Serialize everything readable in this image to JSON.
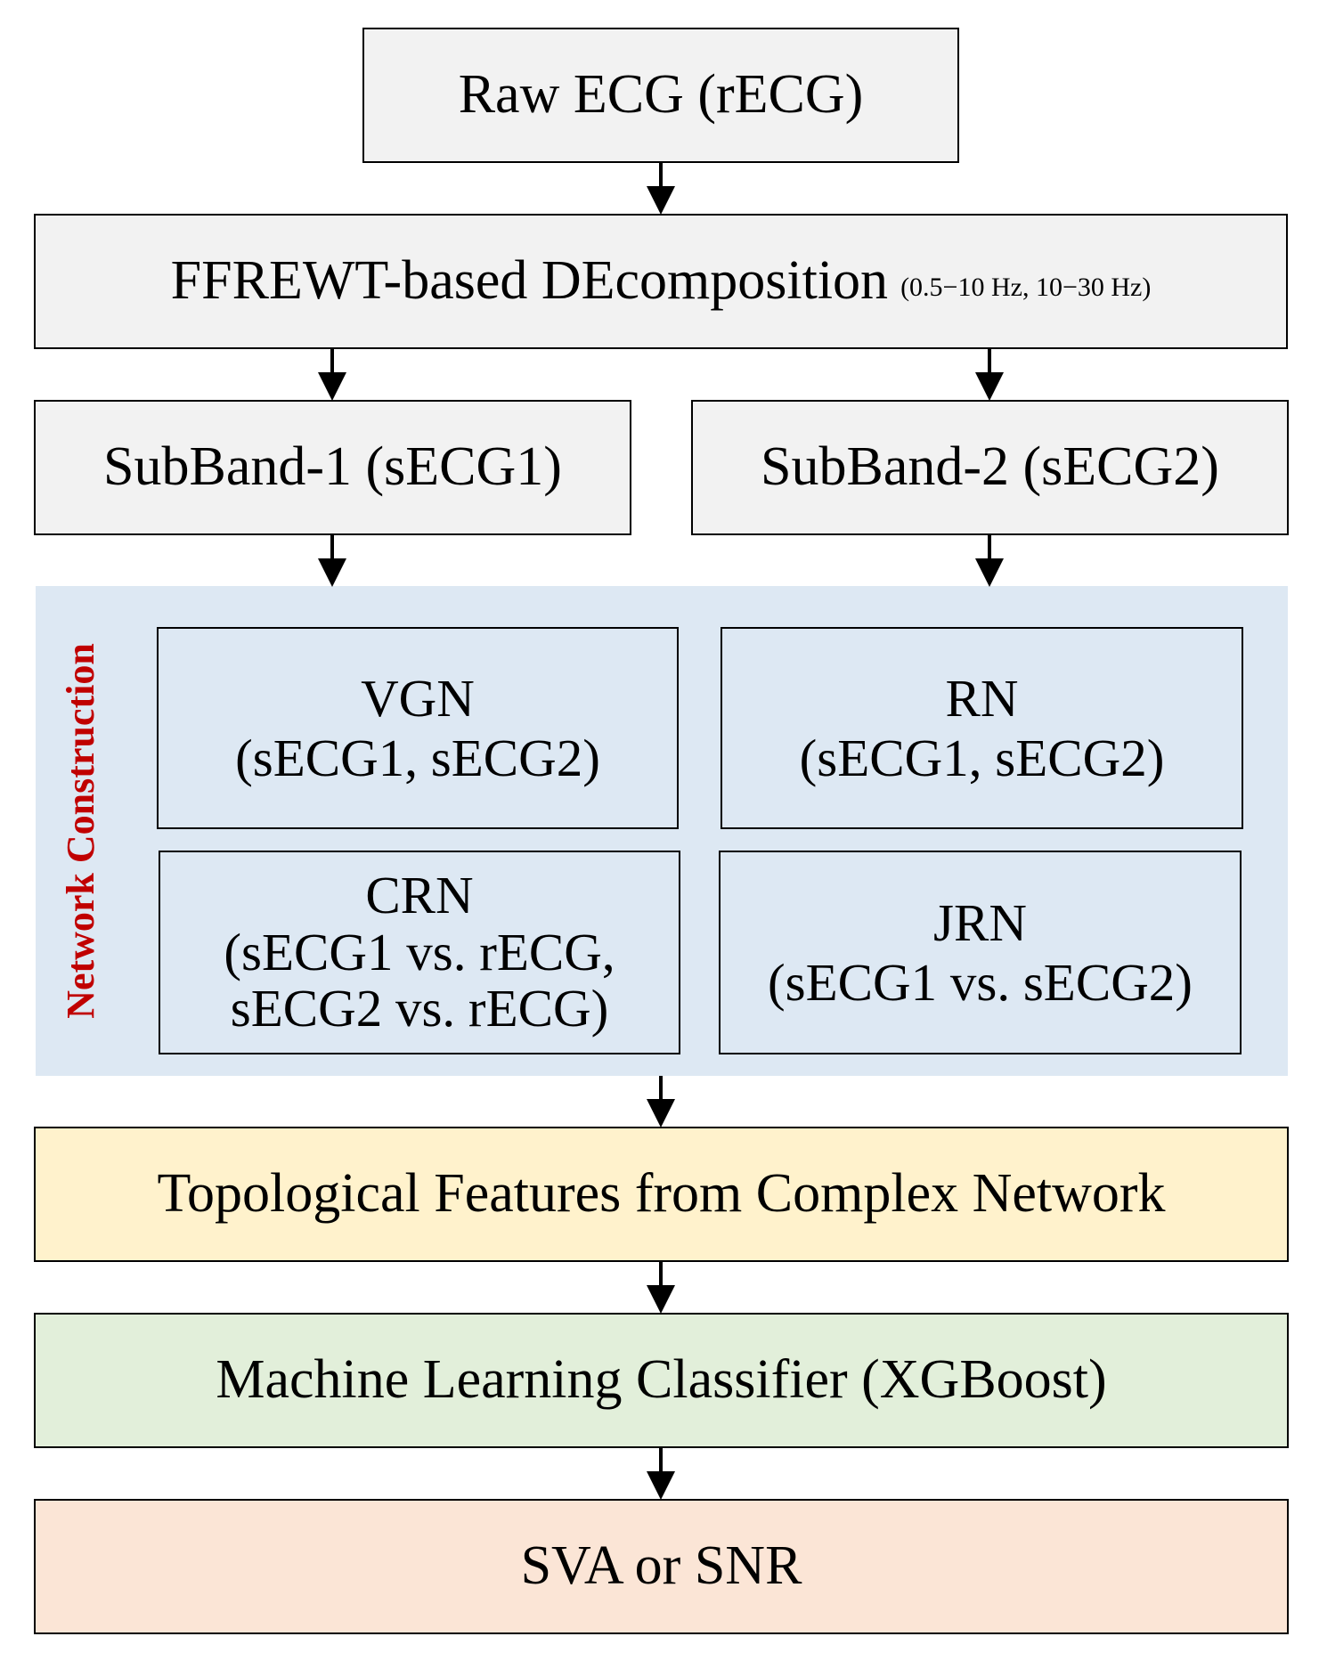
{
  "nodes": {
    "raw": {
      "label": "Raw ECG (rECG)"
    },
    "decomp": {
      "label": "FFREWT-based DEcomposition",
      "note": "(0.5−10 Hz, 10−30 Hz)"
    },
    "sub1": {
      "label": "SubBand-1 (sECG1)"
    },
    "sub2": {
      "label": "SubBand-2 (sECG2)"
    },
    "vgn": {
      "title": "VGN",
      "lines": [
        "(sECG1, sECG2)"
      ]
    },
    "rn": {
      "title": "RN",
      "lines": [
        "(sECG1, sECG2)"
      ]
    },
    "crn": {
      "title": "CRN",
      "lines": [
        "(sECG1 vs. rECG,",
        "sECG2 vs. rECG)"
      ]
    },
    "jrn": {
      "title": "JRN",
      "lines": [
        "(sECG1 vs. sECG2)"
      ]
    },
    "features": {
      "label": "Topological Features from Complex Network"
    },
    "classifier": {
      "label": "Machine Learning Classifier (XGBoost)"
    },
    "output": {
      "label": "SVA or SNR"
    }
  },
  "group": {
    "label": "Network Construction",
    "color": "#c00000"
  },
  "colors": {
    "gray": "#f2f2f2",
    "network": "#dde8f3",
    "features": "#fff2cc",
    "classifier": "#e2efda",
    "output": "#fbe5d6"
  }
}
